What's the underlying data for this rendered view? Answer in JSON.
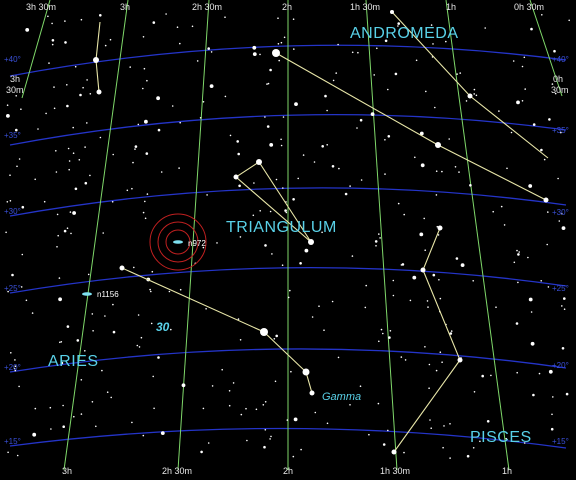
{
  "map": {
    "ra_top": [
      "3h 30m",
      "3h",
      "2h 30m",
      "2h",
      "1h 30m",
      "1h",
      "0h 30m"
    ],
    "ra_bottom": [
      "3h",
      "2h 30m",
      "2h",
      "1h 30m",
      "1h"
    ],
    "ra_side_left": [
      "3h",
      "30m"
    ],
    "ra_side_right": [
      "0h",
      "30m"
    ],
    "dec_left": [
      "+40°",
      "+35°",
      "+30°",
      "+25°",
      "+20°",
      "+15°"
    ],
    "dec_right": [
      "+40°",
      "+35°",
      "+30°",
      "+25°",
      "+20°",
      "+15°"
    ],
    "constellations": {
      "andromeda": "ANDROMEDA",
      "triangulum": "TRIANGULUM",
      "aries": "ARIES",
      "pisces": "PISCES"
    },
    "objects": {
      "n972": "n972",
      "n1156": "n1156"
    },
    "star_labels": {
      "gamma": "Gamma",
      "thirty": "30"
    },
    "colors": {
      "background": "#000000",
      "ra_line": "#7fd86a",
      "dec_line": "#2434c8",
      "constellation_line": "#e8e6a8",
      "label": "#59d1e8",
      "target_circle": "#c02020"
    }
  }
}
